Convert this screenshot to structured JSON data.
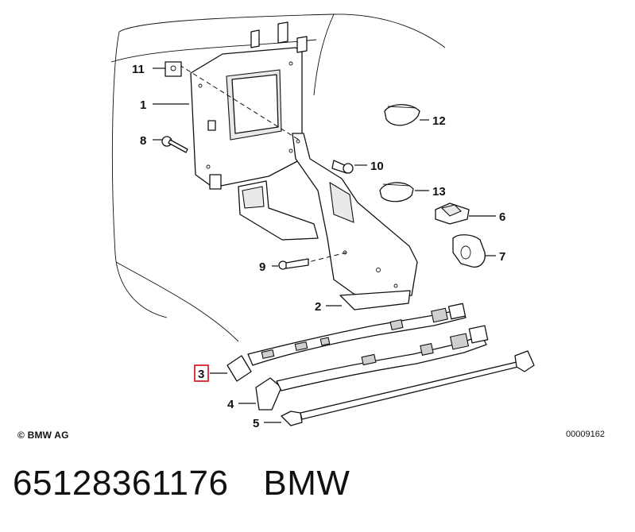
{
  "callouts": [
    {
      "id": "1",
      "label": "1"
    },
    {
      "id": "2",
      "label": "2"
    },
    {
      "id": "3",
      "label": "3",
      "highlight": true
    },
    {
      "id": "4",
      "label": "4"
    },
    {
      "id": "5",
      "label": "5"
    },
    {
      "id": "6",
      "label": "6"
    },
    {
      "id": "7",
      "label": "7"
    },
    {
      "id": "8",
      "label": "8"
    },
    {
      "id": "9",
      "label": "9"
    },
    {
      "id": "10",
      "label": "10"
    },
    {
      "id": "11",
      "label": "11"
    },
    {
      "id": "12",
      "label": "12"
    },
    {
      "id": "13",
      "label": "13"
    }
  ],
  "highlight_color": "#d9232e",
  "copyright": "© BMW AG",
  "drawing_number": "00009162",
  "caption": {
    "part_number": "65128361176",
    "brand": "BMW"
  }
}
